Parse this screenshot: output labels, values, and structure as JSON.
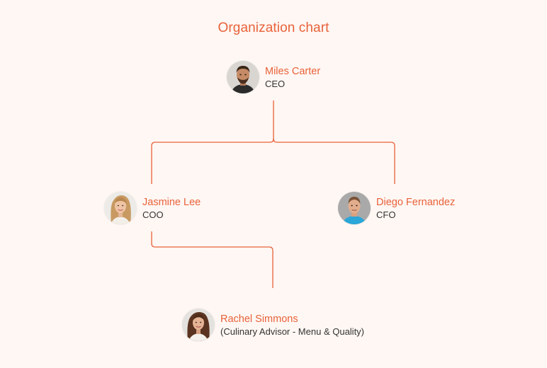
{
  "title": "Organization chart",
  "colors": {
    "accent": "#e8623a",
    "background": "#fff7f3",
    "text": "#333333"
  },
  "people": {
    "ceo": {
      "name": "Miles Carter",
      "role": "CEO"
    },
    "coo": {
      "name": "Jasmine Lee",
      "role": "COO"
    },
    "cfo": {
      "name": "Diego Fernandez",
      "role": "CFO"
    },
    "advisor": {
      "name": "Rachel Simmons",
      "role": "(Culinary Advisor - Menu & Quality)"
    }
  }
}
